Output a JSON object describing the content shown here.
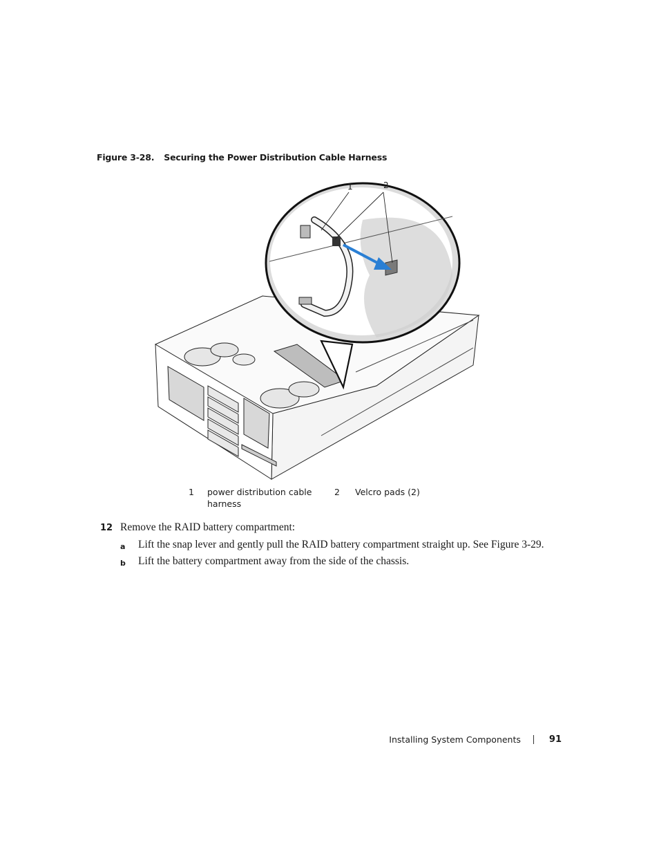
{
  "caption": {
    "number": "Figure 3-28.",
    "title": "Securing the Power Distribution Cable Harness"
  },
  "figure": {
    "callouts": [
      "1",
      "2"
    ],
    "accent": "#2a7fd4"
  },
  "legend": [
    {
      "num": "1",
      "text_line1": "power distribution cable",
      "text_line2": "harness"
    },
    {
      "num": "2",
      "text_line1": "Velcro pads (2)",
      "text_line2": ""
    }
  ],
  "step": {
    "number": "12",
    "text": "Remove the RAID battery compartment:",
    "substeps": [
      {
        "letter": "a",
        "text": "Lift the snap lever and gently pull the RAID battery compartment straight up. See Figure 3-29."
      },
      {
        "letter": "b",
        "text": "Lift the battery compartment away from the side of the chassis."
      }
    ]
  },
  "footer": {
    "section": "Installing System Components",
    "page": "91"
  }
}
